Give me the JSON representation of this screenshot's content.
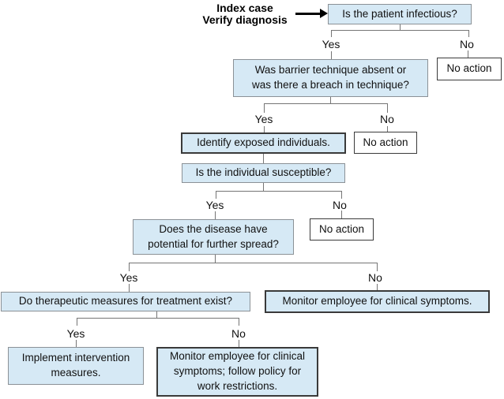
{
  "colors": {
    "background": "#ffffff",
    "node_fill": "#d6e9f5",
    "node_border": "#8b9196",
    "dark_border": "#3a3a3a",
    "connector": "#757575",
    "text": "#111111",
    "arrow": "#000000"
  },
  "annotation": {
    "line1": "Index case",
    "line2": "Verify diagnosis"
  },
  "labels": {
    "yes": "Yes",
    "no": "No"
  },
  "nodes": {
    "infectious": "Is the patient infectious?",
    "barrier": "Was barrier technique absent or was there a breach in technique?",
    "identify": "Identify exposed individuals.",
    "susceptible": "Is the individual susceptible?",
    "spread": "Does the disease have potential for further spread?",
    "therapeutic": "Do therapeutic measures for treatment exist?",
    "monitor": "Monitor employee for clinical symptoms.",
    "implement": "Implement intervention measures.",
    "monitor_restrictions": "Monitor employee for clinical symptoms; follow policy for work restrictions.",
    "no_action": "No action"
  }
}
